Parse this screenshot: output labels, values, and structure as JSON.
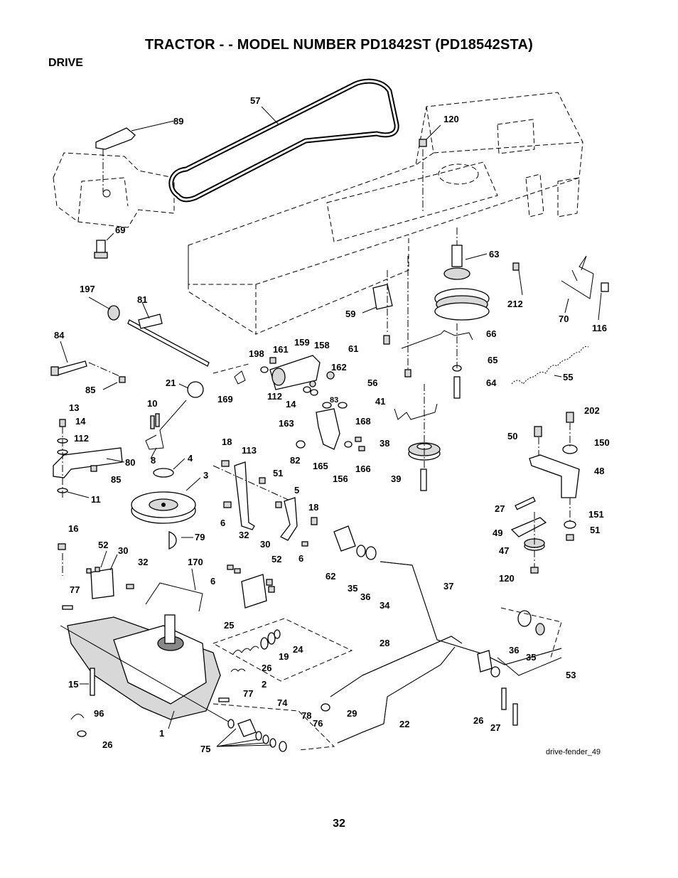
{
  "title": "TRACTOR - - MODEL NUMBER PD1842ST (PD18542STA)",
  "section": "DRIVE",
  "page_number": "32",
  "image_caption": "drive-fender_49",
  "callouts": [
    "57",
    "89",
    "120",
    "69",
    "63",
    "212",
    "70",
    "116",
    "197",
    "81",
    "59",
    "66",
    "84",
    "161",
    "159",
    "158",
    "198",
    "61",
    "65",
    "162",
    "55",
    "85",
    "21",
    "112",
    "169",
    "56",
    "64",
    "14",
    "83",
    "10",
    "41",
    "13",
    "163",
    "168",
    "202",
    "14",
    "112",
    "38",
    "50",
    "150",
    "80",
    "82",
    "156",
    "165",
    "166",
    "48",
    "18",
    "113",
    "39",
    "85",
    "8",
    "4",
    "51",
    "3",
    "11",
    "5",
    "18",
    "27",
    "151",
    "16",
    "6",
    "49",
    "51",
    "52",
    "30",
    "79",
    "32",
    "30",
    "62",
    "47",
    "52",
    "32",
    "170",
    "6",
    "6",
    "35",
    "36",
    "34",
    "120",
    "37",
    "77",
    "28",
    "25",
    "24",
    "19",
    "36",
    "26",
    "35",
    "15",
    "53",
    "2",
    "77",
    "29",
    "96",
    "74",
    "22",
    "78",
    "26",
    "27",
    "1",
    "76",
    "26",
    "75"
  ]
}
